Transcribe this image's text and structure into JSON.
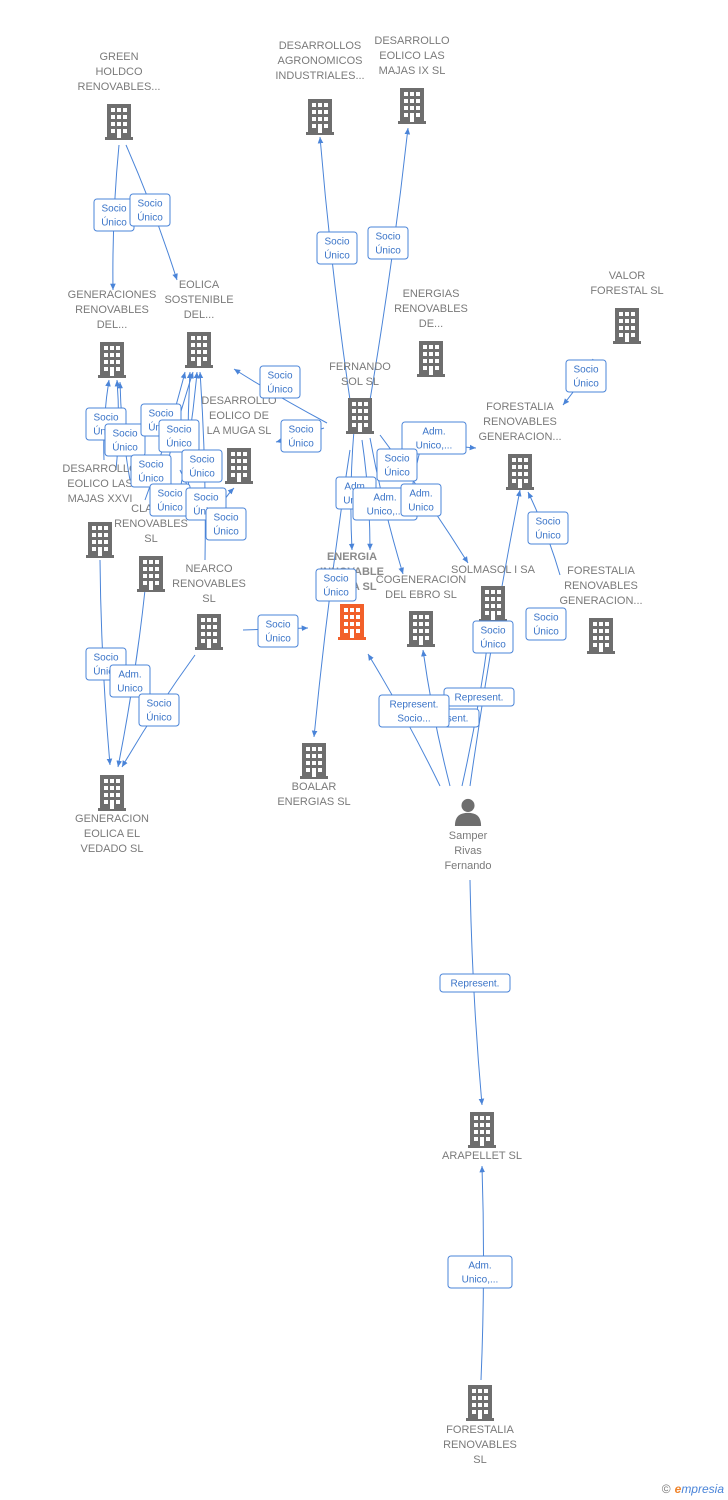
{
  "colors": {
    "edge": "#4a84d8",
    "building": "#6e6e6e",
    "building_highlight": "#f2602a",
    "person": "#6e6e6e",
    "label": "#7a7a7a"
  },
  "nodes": [
    {
      "id": "green",
      "type": "company",
      "lines": [
        "GREEN",
        "HOLDCO",
        "RENOVABLES..."
      ]
    },
    {
      "id": "desagro",
      "type": "company",
      "lines": [
        "DESARROLLOS",
        "AGRONOMICOS",
        "INDUSTRIALES..."
      ]
    },
    {
      "id": "deslasmajas9",
      "type": "company",
      "lines": [
        "DESARROLLO",
        "EOLICO LAS",
        "MAJAS IX  SL"
      ]
    },
    {
      "id": "genrenov",
      "type": "company",
      "lines": [
        "GENERACIONES",
        "RENOVABLES",
        "DEL..."
      ]
    },
    {
      "id": "eolsost",
      "type": "company",
      "lines": [
        "EOLICA",
        "SOSTENIBLE",
        "DEL..."
      ]
    },
    {
      "id": "fernando",
      "type": "company",
      "lines": [
        "FERNANDO",
        "SOL SL"
      ]
    },
    {
      "id": "energren",
      "type": "company",
      "lines": [
        "ENERGIAS",
        "RENOVABLES",
        "DE..."
      ]
    },
    {
      "id": "valor",
      "type": "company",
      "lines": [
        "VALOR",
        "FORESTAL SL"
      ]
    },
    {
      "id": "desmuga",
      "type": "company",
      "lines": [
        "DESARROLLO",
        "EOLICO DE",
        "LA MUGA SL"
      ]
    },
    {
      "id": "forgen1",
      "type": "company",
      "lines": [
        "FORESTALIA",
        "RENOVABLES",
        "GENERACION..."
      ]
    },
    {
      "id": "deslasmajas26",
      "type": "company",
      "lines": [
        "DESARROLLO",
        "EOLICO LAS",
        "MAJAS XXVI"
      ]
    },
    {
      "id": "claris",
      "type": "company",
      "lines": [
        "CLARIS",
        "RENOVABLES",
        "SL"
      ]
    },
    {
      "id": "nearco",
      "type": "company",
      "lines": [
        "NEARCO",
        "RENOVABLES",
        "SL"
      ]
    },
    {
      "id": "energia",
      "type": "company",
      "highlight": true,
      "lines": [
        "ENERGIA",
        "INNOVABLE",
        "DE...A  SL"
      ]
    },
    {
      "id": "cogen",
      "type": "company",
      "lines": [
        "COGENERACION",
        "DEL EBRO  SL"
      ]
    },
    {
      "id": "solmasol",
      "type": "company",
      "lines": [
        "SOLMASOL I SA"
      ]
    },
    {
      "id": "forgen2",
      "type": "company",
      "lines": [
        "FORESTALIA",
        "RENOVABLES",
        "GENERACION..."
      ]
    },
    {
      "id": "boalar",
      "type": "company",
      "lines": [
        "BOALAR",
        "ENERGIAS  SL"
      ]
    },
    {
      "id": "genvedado",
      "type": "company",
      "lines": [
        "GENERACION",
        "EOLICA EL",
        "VEDADO SL"
      ]
    },
    {
      "id": "samper",
      "type": "person",
      "lines": [
        "Samper",
        "Rivas",
        "Fernando"
      ]
    },
    {
      "id": "arapellet",
      "type": "company",
      "lines": [
        "ARAPELLET  SL"
      ]
    },
    {
      "id": "forsl",
      "type": "company",
      "lines": [
        "FORESTALIA",
        "RENOVABLES",
        "SL"
      ]
    }
  ],
  "edge_labels": [
    {
      "lines": [
        "Socio",
        "Único"
      ]
    },
    {
      "lines": [
        "Socio",
        "Único"
      ]
    },
    {
      "lines": [
        "Socio",
        "Único"
      ]
    },
    {
      "lines": [
        "Socio",
        "Único"
      ]
    },
    {
      "lines": [
        "Socio",
        "Único"
      ]
    },
    {
      "lines": [
        "Socio",
        "Único"
      ]
    },
    {
      "lines": [
        "Adm.",
        "Unico,..."
      ]
    },
    {
      "lines": [
        "Socio",
        "Único"
      ]
    },
    {
      "lines": [
        "Socio",
        "Único"
      ]
    },
    {
      "lines": [
        "Socio",
        "Único"
      ]
    },
    {
      "lines": [
        "Socio",
        "Único"
      ]
    },
    {
      "lines": [
        "Socio",
        "Único"
      ]
    },
    {
      "lines": [
        "Socio",
        "Único"
      ]
    },
    {
      "lines": [
        "Socio",
        "Único"
      ]
    },
    {
      "lines": [
        "Socio",
        "Único"
      ]
    },
    {
      "lines": [
        "Socio",
        "Único"
      ]
    },
    {
      "lines": [
        "Socio",
        "Único"
      ]
    },
    {
      "lines": [
        "Socio",
        "Único"
      ]
    },
    {
      "lines": [
        "Adm.",
        "Unico"
      ]
    },
    {
      "lines": [
        "Adm.",
        "Unico,..."
      ]
    },
    {
      "lines": [
        "Adm.",
        "Unico"
      ]
    },
    {
      "lines": [
        "Socio",
        "Único"
      ]
    },
    {
      "lines": [
        "Socio",
        "Único"
      ]
    },
    {
      "lines": [
        "Socio",
        "Único"
      ]
    },
    {
      "lines": [
        "Adm.",
        "Unico"
      ]
    },
    {
      "lines": [
        "Socio",
        "Único"
      ]
    },
    {
      "lines": [
        "Socio",
        "Único"
      ]
    },
    {
      "lines": [
        "Socio",
        "Único"
      ]
    },
    {
      "lines": [
        "Socio",
        "Único"
      ]
    },
    {
      "lines": [
        "Represent."
      ]
    },
    {
      "lines": [
        "Represent."
      ]
    },
    {
      "lines": [
        "Represent.",
        "Socio..."
      ]
    },
    {
      "lines": [
        "Represent."
      ]
    },
    {
      "lines": [
        "Adm.",
        "Unico,..."
      ]
    }
  ],
  "brand": {
    "copyright": "©",
    "name_first": "e",
    "name_rest": "mpresia"
  }
}
